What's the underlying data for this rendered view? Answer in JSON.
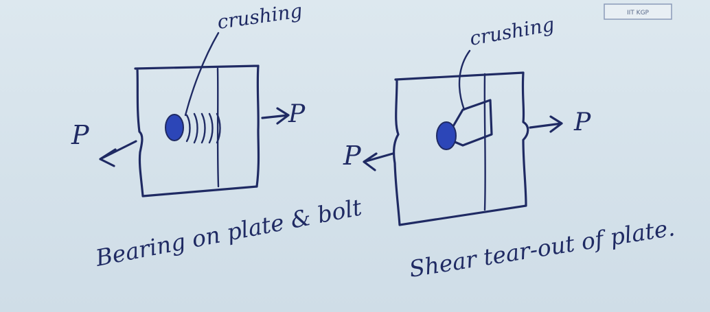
{
  "stamp": {
    "text": "IIT KGP"
  },
  "left_figure": {
    "annotation": "crushing",
    "load_left": "P",
    "load_right": "P",
    "caption": "Bearing on plate & bolt"
  },
  "right_figure": {
    "annotation": "crushing",
    "load_left": "P",
    "load_right": "P",
    "caption": "Shear tear-out of plate."
  },
  "colors": {
    "board": "#d6e3ec",
    "ink": "#1f2a63",
    "bolt": "#2c46b8"
  }
}
